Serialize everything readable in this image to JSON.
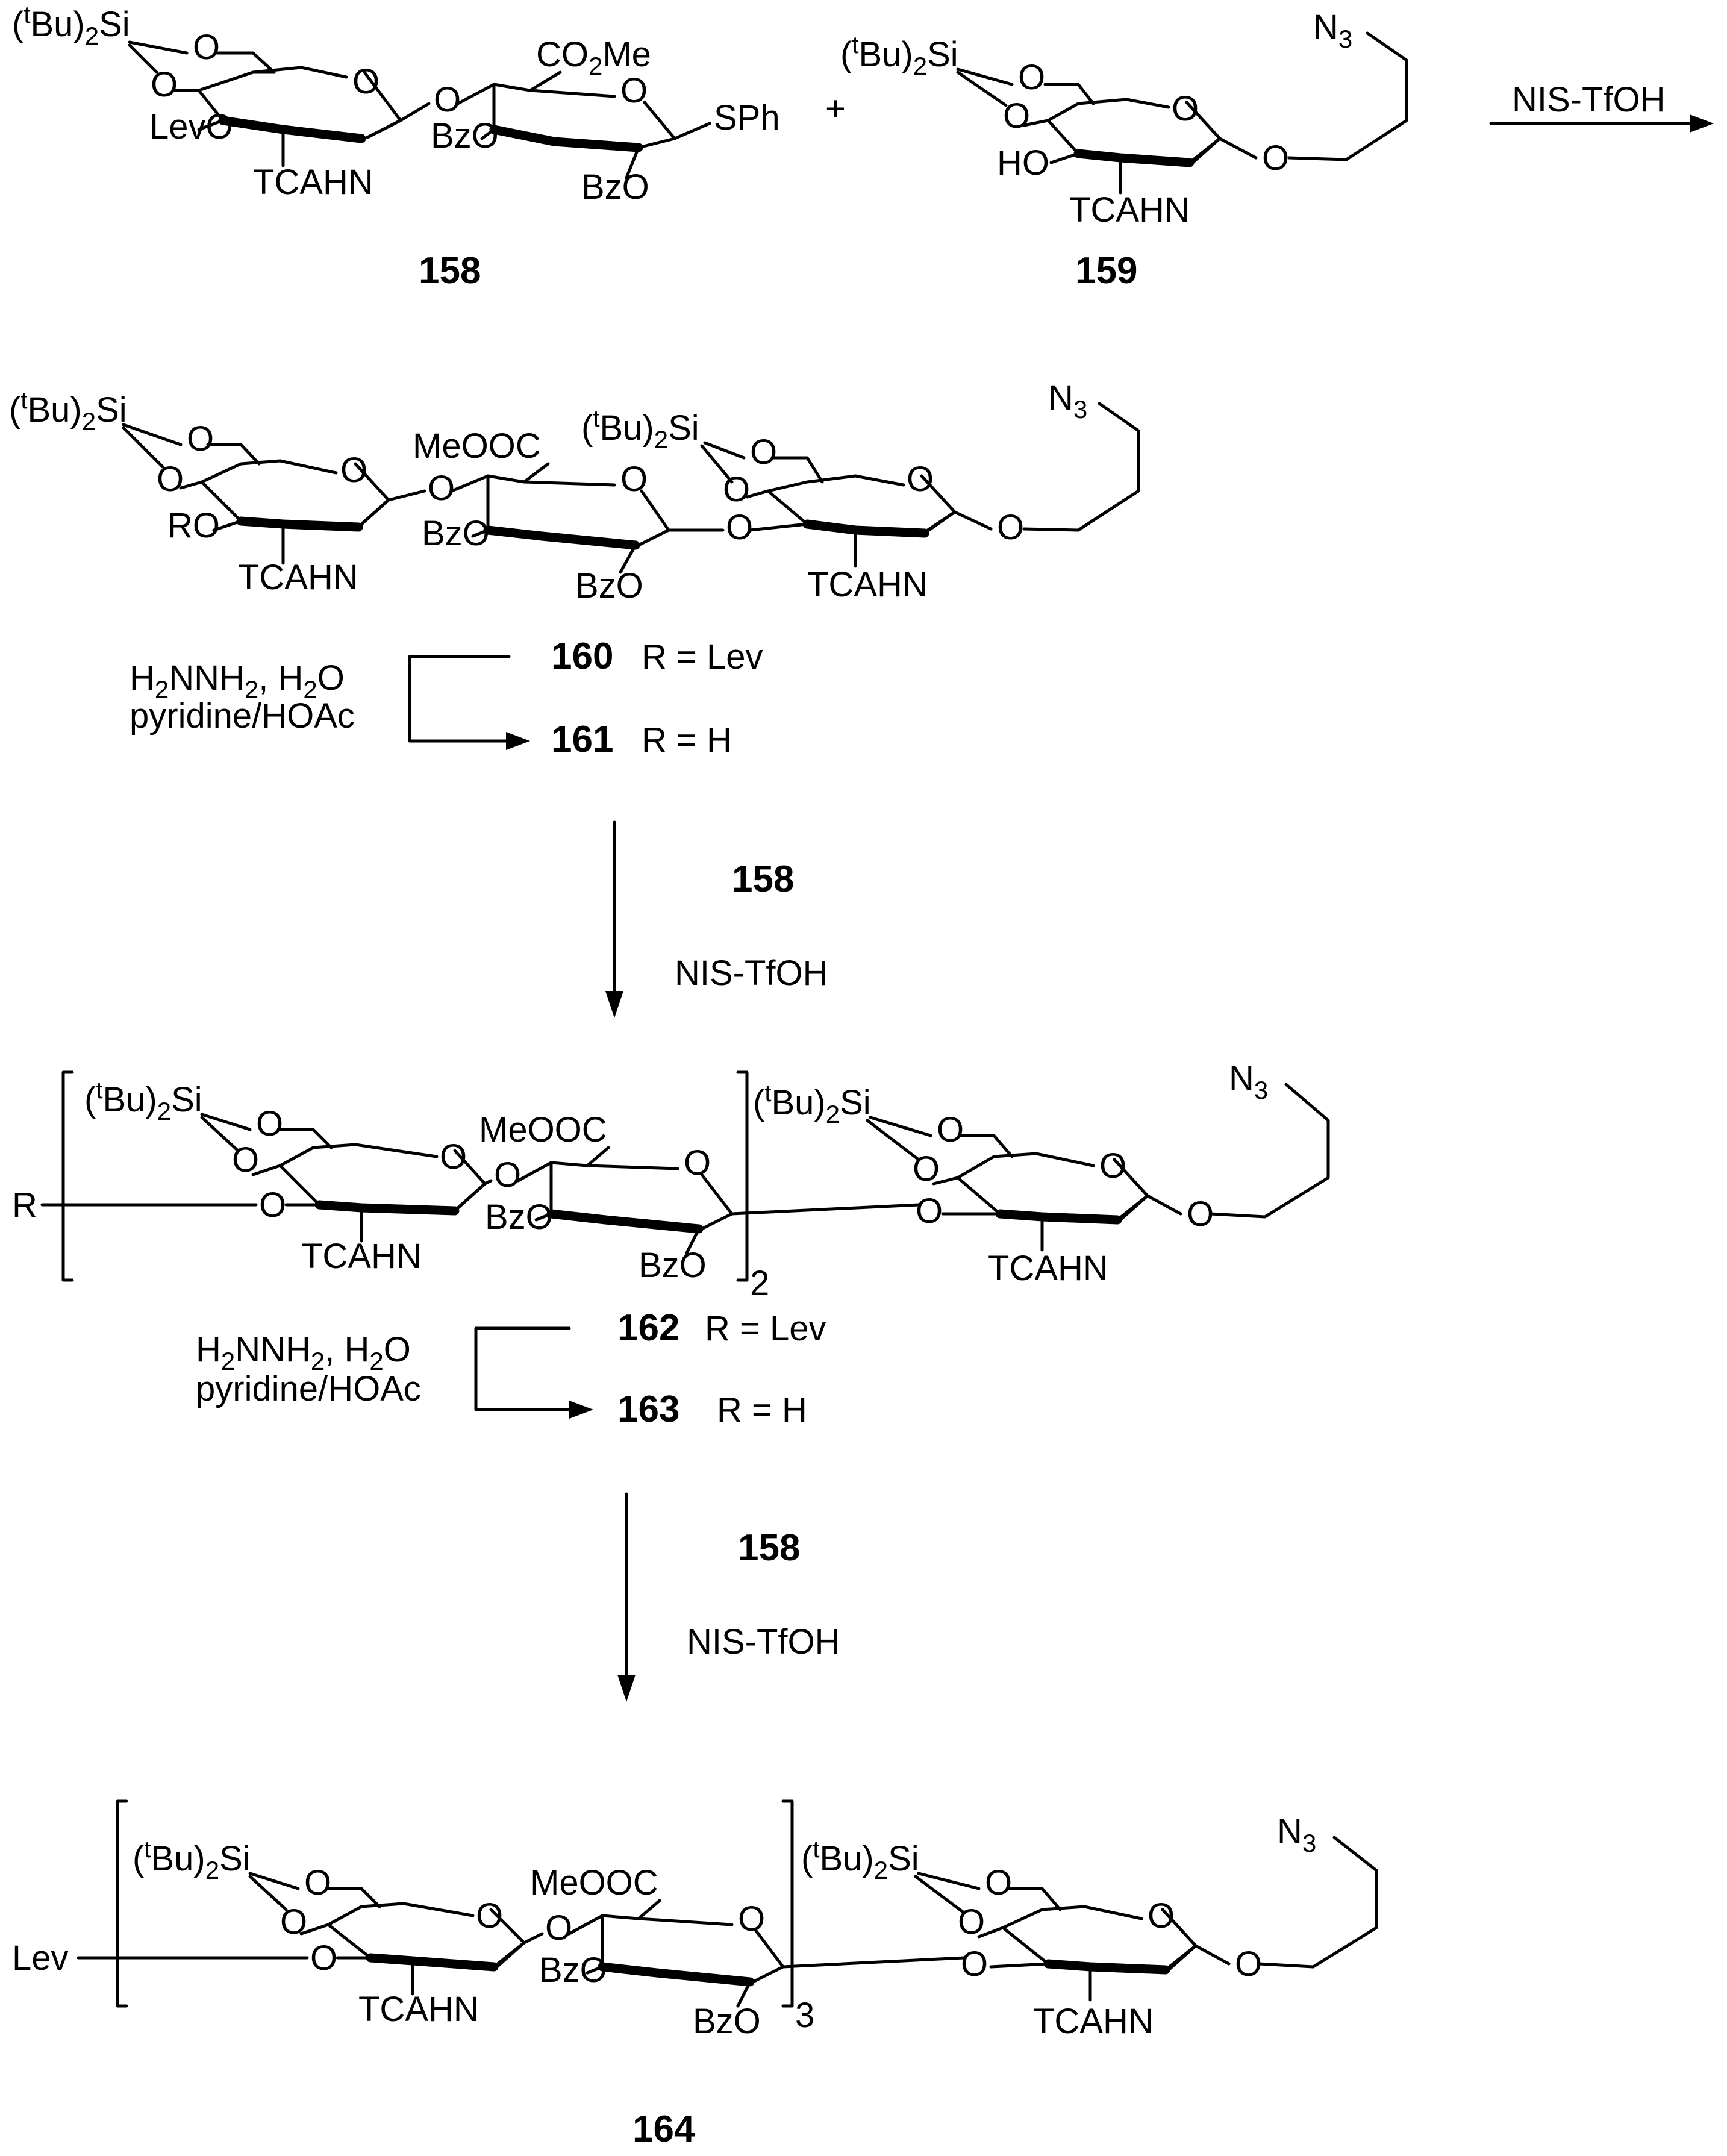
{
  "reagents": {
    "nis_tfoh": "NIS-TfOH",
    "hydrazine": "H2NNH2, H2O",
    "pyridine_hoac": "pyridine/HOAc"
  },
  "compounds": {
    "c158": "158",
    "c159": "159",
    "c160": "160",
    "c161": "161",
    "c162": "162",
    "c163": "163",
    "c164": "164"
  },
  "r_groups": {
    "r160": "R = Lev",
    "r161": "R = H",
    "r162": "R = Lev",
    "r163": "R = H"
  },
  "labels": {
    "lev": "Lev",
    "r": "R",
    "plus": "+",
    "spn": "SPh",
    "co2me": "CO2Me",
    "meooc": "MeOOC",
    "bzo": "BzO",
    "ho": "HO",
    "ro": "RO",
    "levo": "LevO",
    "tcahn": "TCAHN",
    "n3": "N3",
    "tbu2si": "(tBu)2Si",
    "o": "O",
    "repeat_2": "2",
    "repeat_3": "3"
  }
}
